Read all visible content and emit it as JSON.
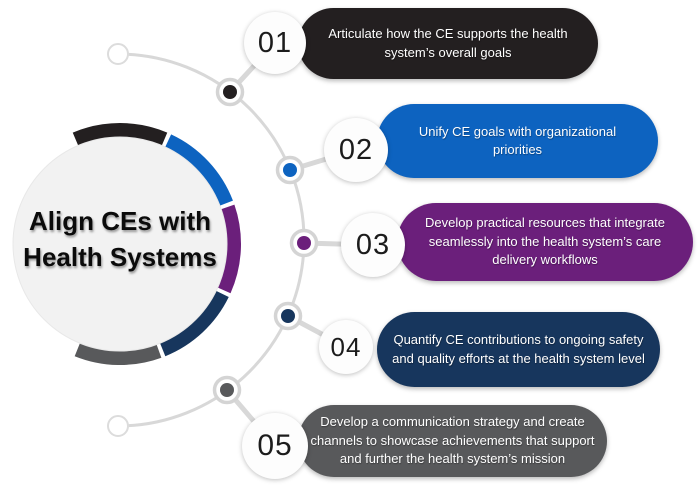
{
  "background_color": "#ffffff",
  "connector_color": "#d8d8d8",
  "node_ring_color": "#d4d4d4",
  "endpoint_dot_color": "#ffffff",
  "hub": {
    "title_lines": [
      "Align CEs with",
      "Health Systems"
    ],
    "fill": "#f2f2f2",
    "text_color": "#0b0b0b"
  },
  "items": [
    {
      "number": "01",
      "text": "Articulate how the CE supports the health system’s overall goals",
      "color": "#231f20"
    },
    {
      "number": "02",
      "text": "Unify CE goals with organizational priorities",
      "color": "#0d63c0"
    },
    {
      "number": "03",
      "text": "Develop practical resources that integrate seamlessly into the health system’s care delivery workflows",
      "color": "#6b1f7b"
    },
    {
      "number": "04",
      "text": "Quantify CE contributions to ongoing safety and quality efforts at the health system level",
      "color": "#17365d"
    },
    {
      "number": "05",
      "text": "Develop a communication strategy and create channels to showcase achievements that support and further the health system’s mission",
      "color": "#58595b"
    }
  ]
}
